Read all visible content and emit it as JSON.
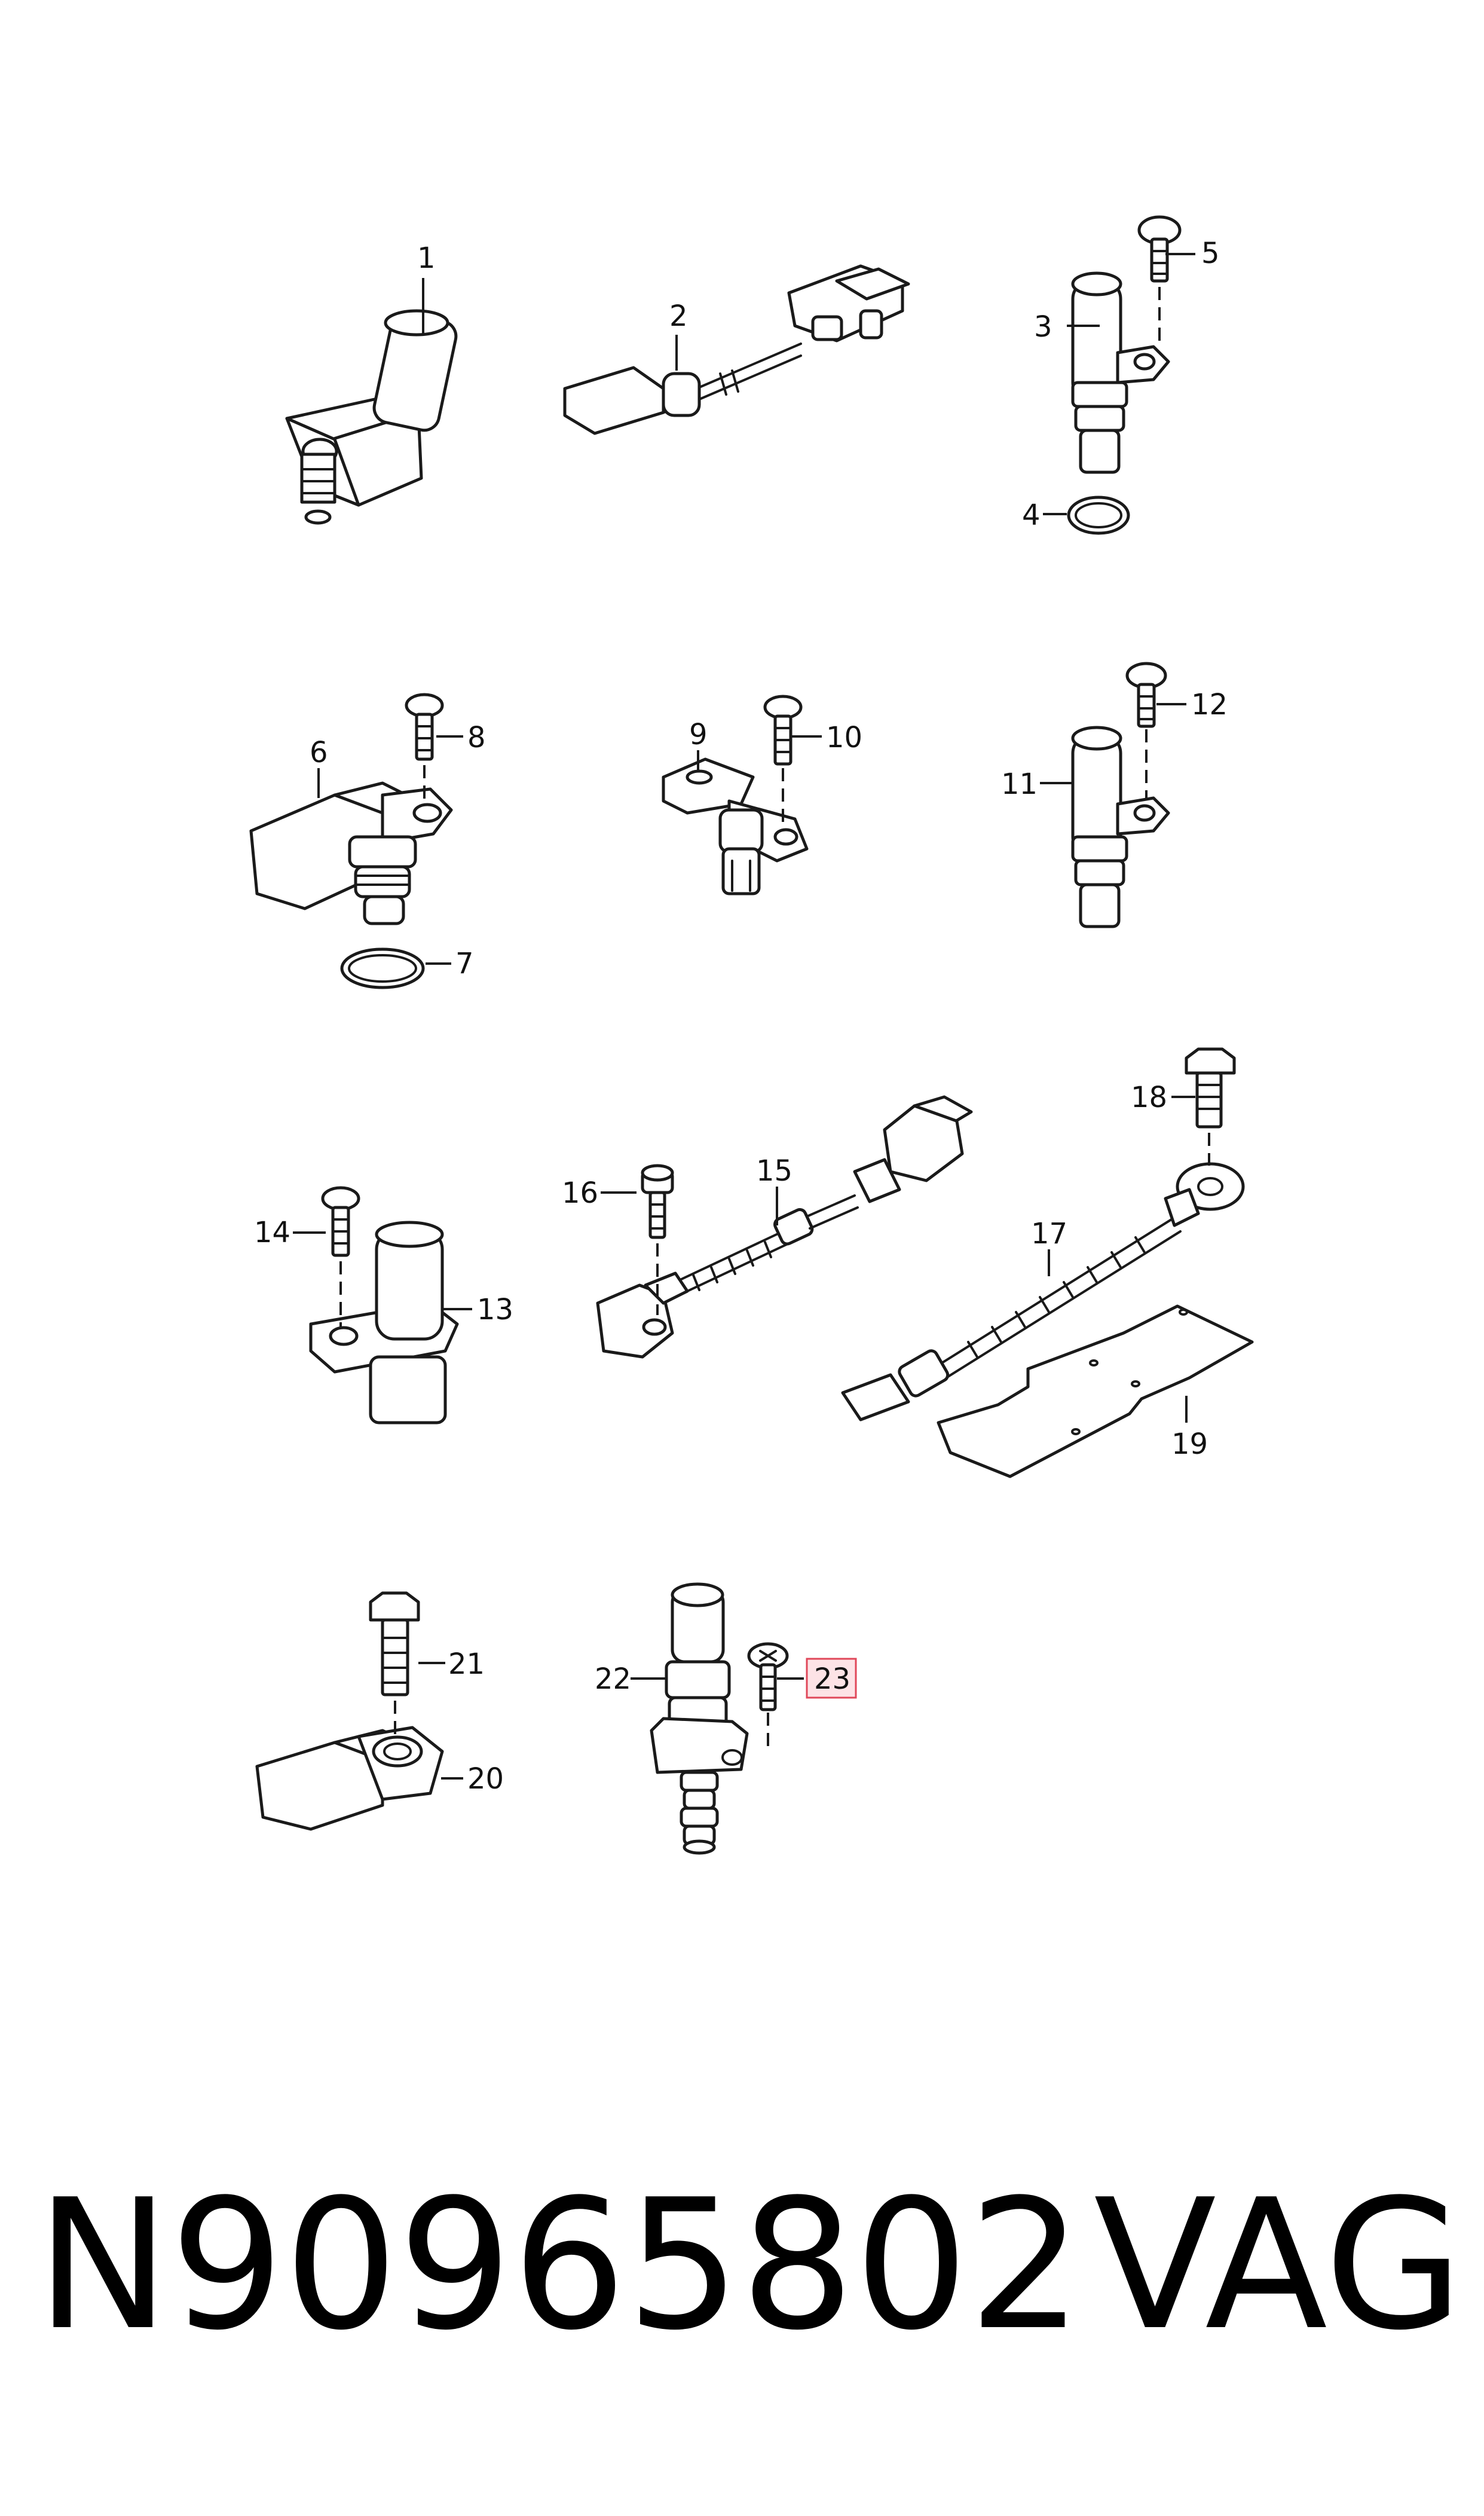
{
  "callouts": [
    "1",
    "2",
    "3",
    "4",
    "5",
    "6",
    "7",
    "8",
    "9",
    "10",
    "11",
    "12",
    "13",
    "14",
    "15",
    "16",
    "17",
    "18",
    "19",
    "20",
    "21",
    "22",
    "23"
  ],
  "highlighted_callout": "23",
  "highlight_color": "#e0485a",
  "footer": {
    "part_number": "N90965802",
    "brand": "VAG"
  }
}
